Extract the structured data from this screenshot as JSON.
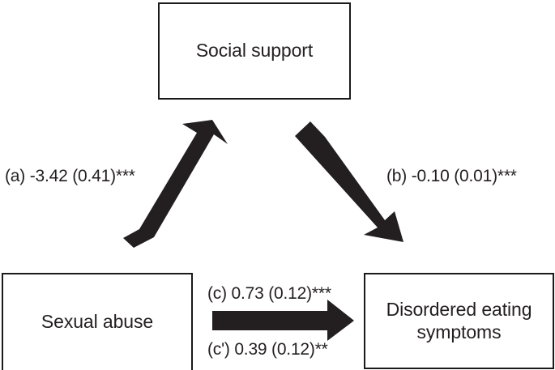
{
  "figure": {
    "type": "mediation-path-diagram",
    "ink_color": "#231f20",
    "box_border_color": "#1a1a1a",
    "background_color": "#ffffff"
  },
  "nodes": [
    {
      "id": "social-support",
      "label": "Social support",
      "role": "mediator"
    },
    {
      "id": "sexual-abuse",
      "label": "Sexual abuse",
      "role": "predictor"
    },
    {
      "id": "disordered-eating",
      "label": "Disordered eating\nsymptoms",
      "role": "outcome"
    }
  ],
  "paths": [
    {
      "id": "a",
      "label": "(a) -3.42 (0.41)***",
      "coefficient": -3.42,
      "standard_error": 0.41,
      "significance": "***",
      "from": "sexual-abuse",
      "to": "social-support",
      "direction": "up-right"
    },
    {
      "id": "b",
      "label": "(b) -0.10 (0.01)***",
      "coefficient": -0.1,
      "standard_error": 0.01,
      "significance": "***",
      "from": "social-support",
      "to": "disordered-eating",
      "direction": "down-right"
    },
    {
      "id": "c",
      "label": "(c) 0.73 (0.12)***",
      "coefficient": 0.73,
      "standard_error": 0.12,
      "significance": "***",
      "from": "sexual-abuse",
      "to": "disordered-eating",
      "direction": "right"
    },
    {
      "id": "c-prime",
      "label": "(c') 0.39 (0.12)**",
      "coefficient": 0.39,
      "standard_error": 0.12,
      "significance": "**",
      "from": "sexual-abuse",
      "to": "disordered-eating",
      "direction": "right"
    }
  ]
}
